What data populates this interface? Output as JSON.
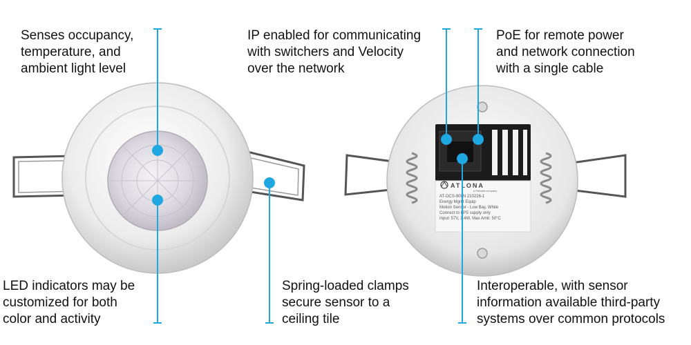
{
  "callouts": {
    "occupancy": {
      "lines": [
        "Senses occupancy,",
        "temperature, and",
        "ambient light level"
      ]
    },
    "ip_enabled": {
      "lines": [
        "IP enabled for communicating",
        "with switchers and Velocity",
        "over the network"
      ]
    },
    "poe": {
      "lines": [
        "PoE for remote power",
        "and network connection",
        "with a single cable"
      ]
    },
    "led": {
      "lines": [
        "LED indicators may be",
        "customized for both",
        "color and activity"
      ]
    },
    "clamps": {
      "lines": [
        "Spring-loaded clamps",
        "secure sensor to a",
        "ceiling tile"
      ]
    },
    "interop": {
      "lines": [
        "Interoperable, with sensor",
        "information available third-party",
        "systems over common protocols"
      ]
    }
  },
  "device_label": {
    "brand": "ATLONA",
    "sub_brand": "a Panduit company",
    "lines": [
      "AT-OCS-900N 210226-1",
      "Energy Mgmt Equip",
      "Motion Sensor - Low Bay, White",
      "Connect to LPS supply only",
      "Input: 57V, 1.4W, Max Amb: 50°C"
    ]
  },
  "colors": {
    "accent": "#1ea7e1",
    "text": "#111111"
  }
}
